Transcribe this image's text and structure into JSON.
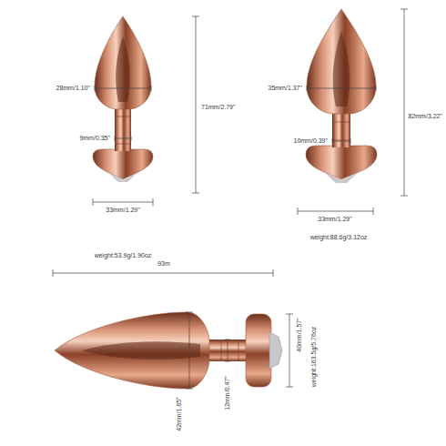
{
  "diagram": {
    "labels": [
      "28mm/1.10\"",
      "9mm/0.35\"",
      "71mm/2.79\"",
      "33mm/1.29\"",
      "weight:53.9g/1.90oz",
      "35mm/1.37\"",
      "10mm/0.39\"",
      "82mm/3.22\"",
      "33mm/1.29\"",
      "weight:88.6g/3.12oz",
      "93m",
      "42mm/1.65\"",
      "12mm/0.47\"",
      "40mm/1.57\"",
      "weight:163.5g/5.76oz"
    ]
  }
}
